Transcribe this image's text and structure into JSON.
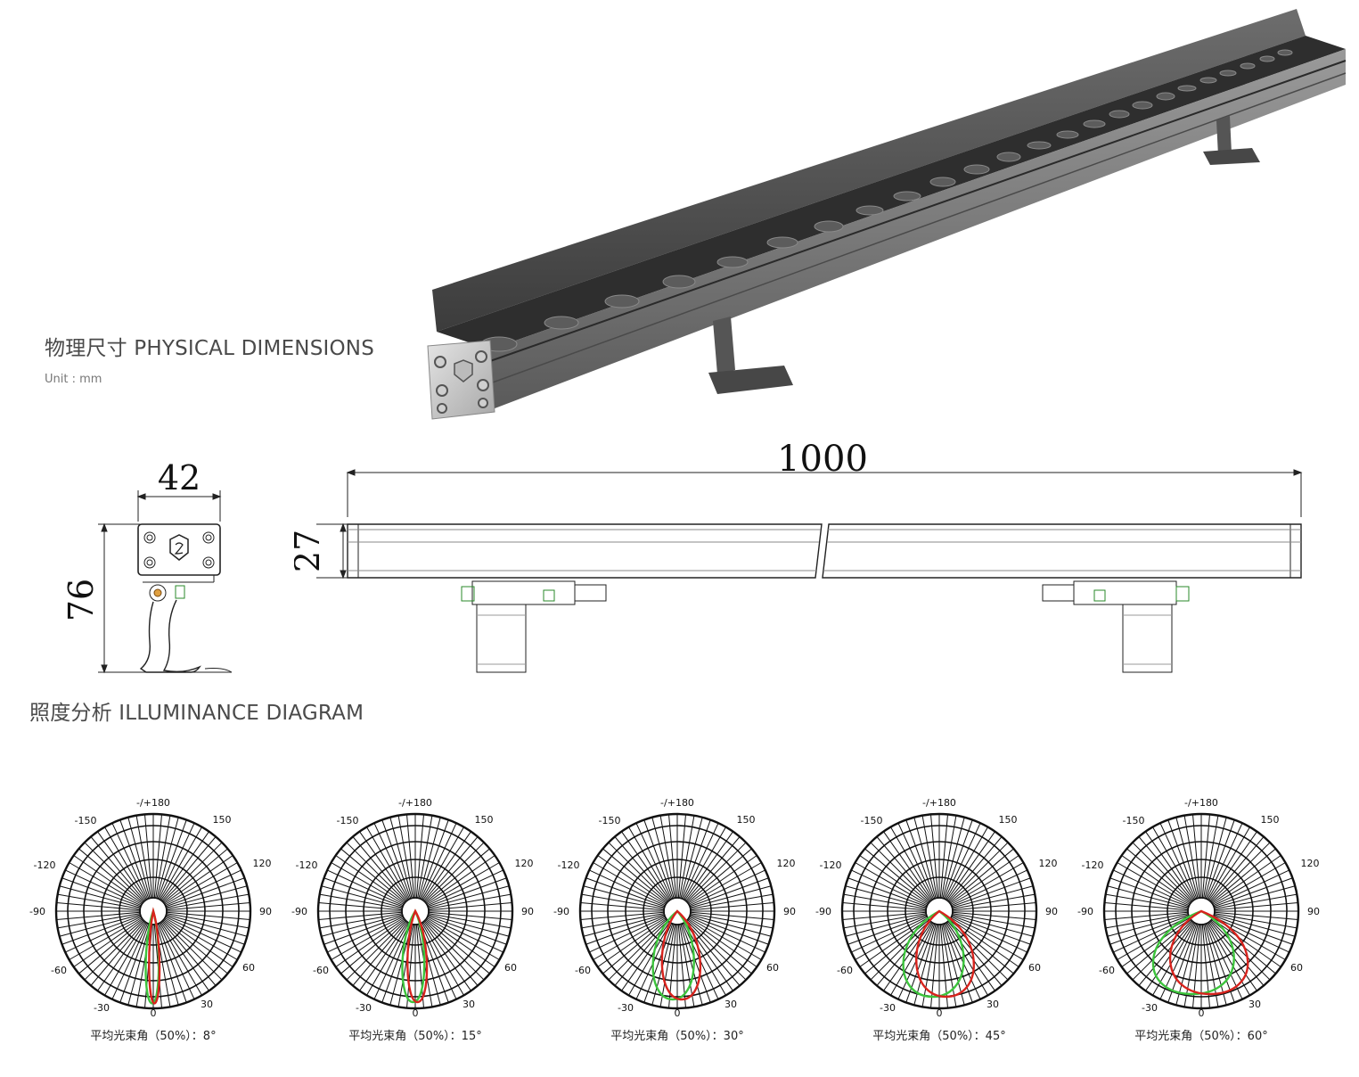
{
  "physical": {
    "title": "物理尺寸 PHYSICAL DIMENSIONS",
    "unit": "Unit : mm"
  },
  "dimensions": {
    "width": "42",
    "height": "76",
    "length": "1000",
    "profile_height": "27"
  },
  "illuminance": {
    "title": "照度分析 ILLUMINANCE DIAGRAM",
    "angle_labels": {
      "top": "-/+180",
      "tl": "-150",
      "tr": "150",
      "l1": "-120",
      "r1": "120",
      "l2": "-90",
      "r2": "90",
      "l3": "-60",
      "r3": "60",
      "bl": "-30",
      "br": "30",
      "bottom": "0"
    },
    "diagrams": [
      {
        "caption": "平均光束角（50%）：8°",
        "beam": 8
      },
      {
        "caption": "平均光束角（50%）：15°",
        "beam": 15
      },
      {
        "caption": "平均光束角（50%）：30°",
        "beam": 30
      },
      {
        "caption": "平均光束角（50%）：45°",
        "beam": 45
      },
      {
        "caption": "平均光束角（50%）：60°",
        "beam": 60
      }
    ],
    "colors": {
      "red": "#d8231d",
      "green": "#3cc43c",
      "grid": "#111111"
    }
  }
}
